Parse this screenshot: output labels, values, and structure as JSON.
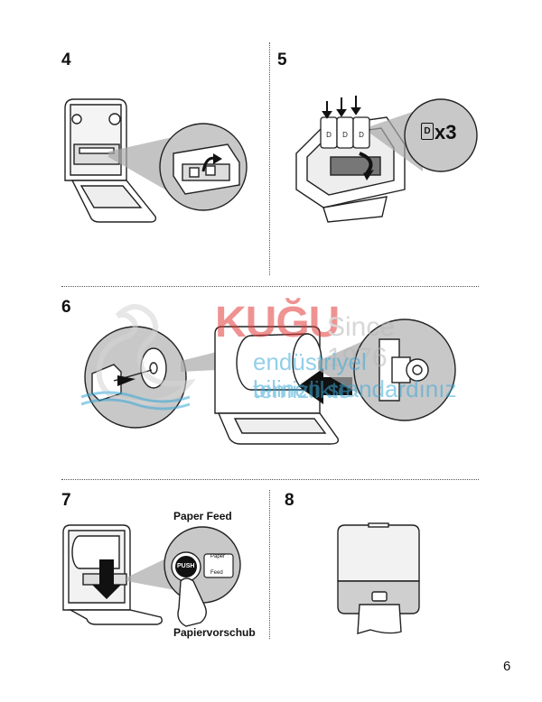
{
  "steps": {
    "s4": "4",
    "s5": "5",
    "s6": "6",
    "s7": "7",
    "s8": "8"
  },
  "battery": {
    "letter": "D",
    "count": "x3"
  },
  "watermark": {
    "brand": "KUĞU",
    "since": "Since 1976",
    "line1": "endüstriyel temizlikte",
    "line2": "bilinen standardınız"
  },
  "push_button": {
    "label": "PUSH",
    "mini_line1": "Paper",
    "mini_line2": "Feed"
  },
  "captions": {
    "paper_feed": "Paper Feed",
    "papiervorschub": "Papiervorschub"
  },
  "page_number": "6",
  "colors": {
    "outline": "#222222",
    "zoom_circle": "#c8c8c8",
    "shadow_gray": "#9a9a9a",
    "watermark_red": "#e23a3a",
    "watermark_blue": "#3aa8d8"
  }
}
